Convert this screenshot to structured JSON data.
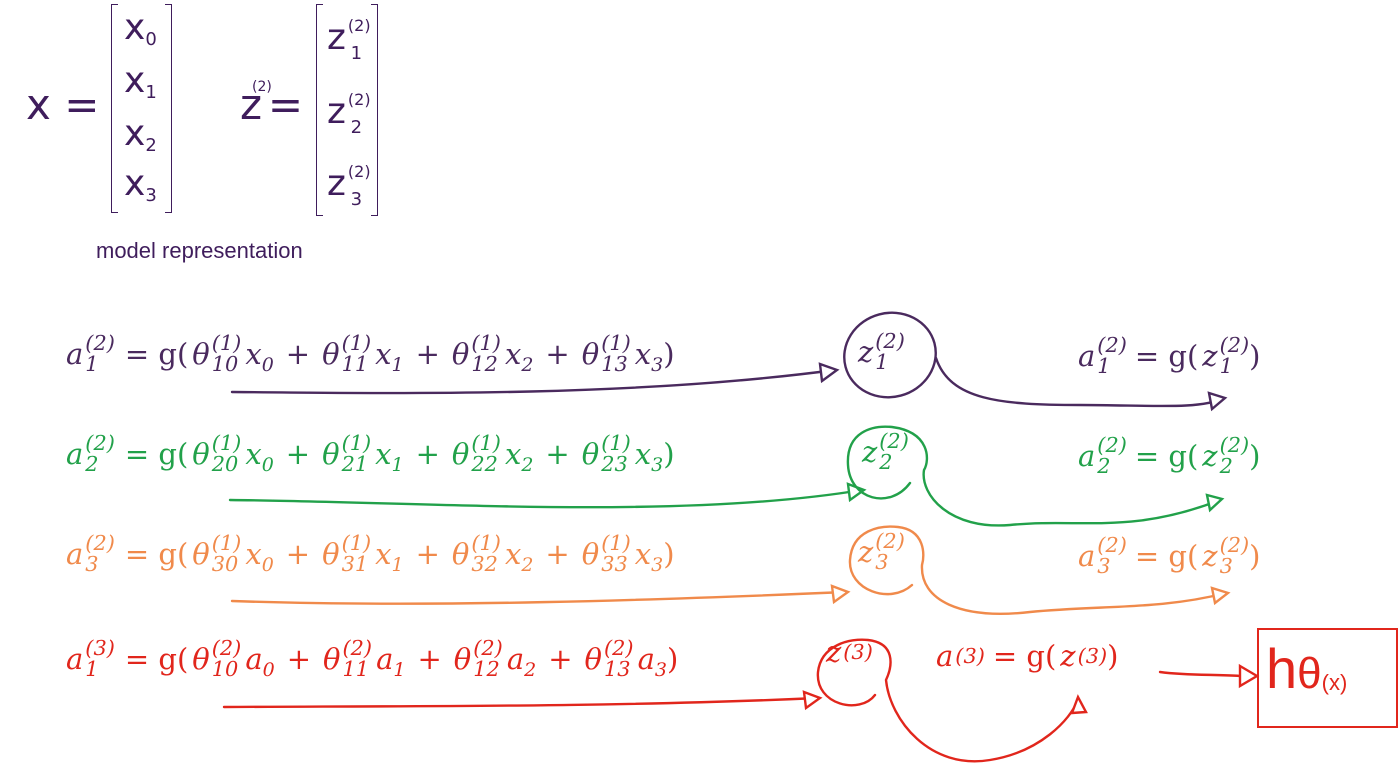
{
  "vectors": {
    "x": {
      "label": "x =",
      "elements": [
        {
          "base": "x",
          "sub": "0"
        },
        {
          "base": "x",
          "sub": "1"
        },
        {
          "base": "x",
          "sub": "2"
        },
        {
          "base": "x",
          "sub": "3"
        }
      ]
    },
    "z": {
      "label": "z",
      "sup": "(2)",
      "equals": "=",
      "elements": [
        {
          "base": "z",
          "sup": "(2)",
          "sub": "1"
        },
        {
          "base": "z",
          "sup": "(2)",
          "sub": "2"
        },
        {
          "base": "z",
          "sup": "(2)",
          "sub": "3"
        }
      ]
    },
    "caption": "model representation"
  },
  "rows": [
    {
      "color": "#4a2a5e",
      "lhs": {
        "base": "a",
        "sup": "(2)",
        "sub": "1"
      },
      "rhs_prefix": "= g(",
      "terms": [
        {
          "theta_sup": "(1)",
          "theta_sub": "10",
          "var": "x",
          "var_sub": "0"
        },
        {
          "theta_sup": "(1)",
          "theta_sub": "11",
          "var": "x",
          "var_sub": "1"
        },
        {
          "theta_sup": "(1)",
          "theta_sub": "12",
          "var": "x",
          "var_sub": "2"
        },
        {
          "theta_sup": "(1)",
          "theta_sub": "13",
          "var": "x",
          "var_sub": "3"
        }
      ],
      "plus": "+",
      "close": ")",
      "node": {
        "base": "z",
        "sup": "(2)",
        "sub": "1"
      },
      "result": {
        "lhs_base": "a",
        "lhs_sup": "(2)",
        "lhs_sub": "1",
        "mid": "= g(",
        "arg_base": "z",
        "arg_sup": "(2)",
        "arg_sub": "1",
        "close": ")"
      }
    },
    {
      "color": "#22a14a",
      "lhs": {
        "base": "a",
        "sup": "(2)",
        "sub": "2"
      },
      "rhs_prefix": "= g(",
      "terms": [
        {
          "theta_sup": "(1)",
          "theta_sub": "20",
          "var": "x",
          "var_sub": "0"
        },
        {
          "theta_sup": "(1)",
          "theta_sub": "21",
          "var": "x",
          "var_sub": "1"
        },
        {
          "theta_sup": "(1)",
          "theta_sub": "22",
          "var": "x",
          "var_sub": "2"
        },
        {
          "theta_sup": "(1)",
          "theta_sub": "23",
          "var": "x",
          "var_sub": "3"
        }
      ],
      "plus": "+",
      "close": ")",
      "node": {
        "base": "z",
        "sup": "(2)",
        "sub": "2"
      },
      "result": {
        "lhs_base": "a",
        "lhs_sup": "(2)",
        "lhs_sub": "2",
        "mid": "= g(",
        "arg_base": "z",
        "arg_sup": "(2)",
        "arg_sub": "2",
        "close": ")"
      }
    },
    {
      "color": "#f08a4b",
      "lhs": {
        "base": "a",
        "sup": "(2)",
        "sub": "3"
      },
      "rhs_prefix": "= g(",
      "terms": [
        {
          "theta_sup": "(1)",
          "theta_sub": "30",
          "var": "x",
          "var_sub": "0"
        },
        {
          "theta_sup": "(1)",
          "theta_sub": "31",
          "var": "x",
          "var_sub": "1"
        },
        {
          "theta_sup": "(1)",
          "theta_sub": "32",
          "var": "x",
          "var_sub": "2"
        },
        {
          "theta_sup": "(1)",
          "theta_sub": "33",
          "var": "x",
          "var_sub": "3"
        }
      ],
      "plus": "+",
      "close": ")",
      "node": {
        "base": "z",
        "sup": "(2)",
        "sub": "3"
      },
      "result": {
        "lhs_base": "a",
        "lhs_sup": "(2)",
        "lhs_sub": "3",
        "mid": "= g(",
        "arg_base": "z",
        "arg_sup": "(2)",
        "arg_sub": "3",
        "close": ")"
      }
    },
    {
      "color": "#e1261c",
      "lhs": {
        "base": "a",
        "sup": "(3)",
        "sub": "1"
      },
      "rhs_prefix": "= g(",
      "terms": [
        {
          "theta_sup": "(2)",
          "theta_sub": "10",
          "var": "a",
          "var_sub": "0"
        },
        {
          "theta_sup": "(2)",
          "theta_sub": "11",
          "var": "a",
          "var_sub": "1"
        },
        {
          "theta_sup": "(2)",
          "theta_sub": "12",
          "var": "a",
          "var_sub": "2"
        },
        {
          "theta_sup": "(2)",
          "theta_sub": "13",
          "var": "a",
          "var_sub": "3"
        }
      ],
      "plus": "+",
      "close": ")",
      "node": {
        "base": "z",
        "sup": "(3)",
        "sub": ""
      },
      "result": {
        "lhs_base": "a",
        "lhs_sup": "(3)",
        "lhs_sub": "",
        "mid": "= g(",
        "arg_base": "z",
        "arg_sup": "(3)",
        "arg_sub": "",
        "close": ")"
      }
    }
  ],
  "output": {
    "h": "h",
    "theta": "θ",
    "arg": "(x)"
  },
  "theta_symbol": "θ"
}
